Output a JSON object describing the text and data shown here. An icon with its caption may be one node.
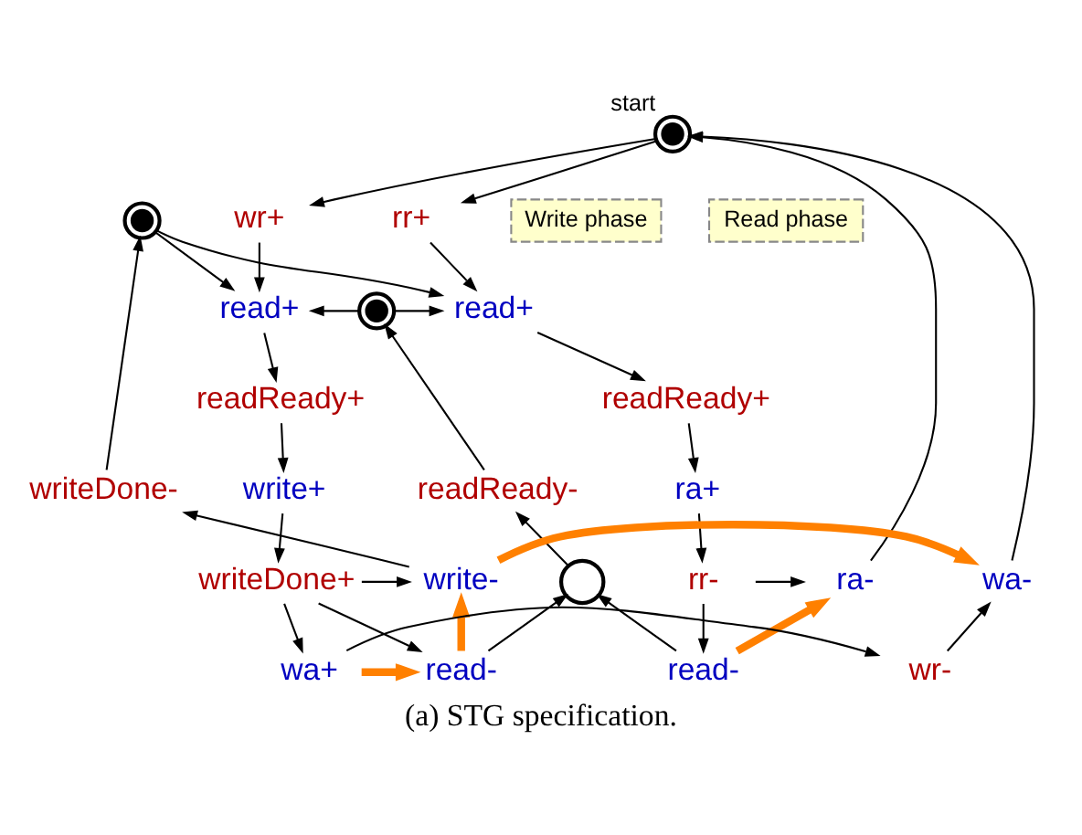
{
  "diagram": {
    "caption": "(a) STG specification.",
    "nodes": [
      {
        "text": [],
        "shape": "circle",
        "beside": [
          "start"
        ]
      },
      {
        "text": [
          "Write phase"
        ]
      },
      {
        "text": [
          "Read phase"
        ]
      },
      {
        "text": [],
        "shape": "circle"
      },
      {
        "text": [
          "wr+"
        ]
      },
      {
        "text": [
          "rr+"
        ]
      },
      {
        "text": [
          "read+"
        ]
      },
      {
        "text": [],
        "shape": "circle"
      },
      {
        "text": [
          "read+"
        ]
      },
      {
        "text": [
          "readReady+"
        ]
      },
      {
        "text": [
          "readReady+"
        ]
      },
      {
        "text": [
          "write+"
        ]
      },
      {
        "text": [
          "ra+"
        ]
      },
      {
        "text": [
          "writeDone-"
        ]
      },
      {
        "text": [
          "readReady-"
        ]
      },
      {
        "text": [
          "wa-"
        ]
      },
      {
        "text": [
          "write-"
        ]
      },
      {
        "text": [
          "writeDone+"
        ]
      },
      {
        "text": [],
        "shape": "circle"
      },
      {
        "text": [
          "rr-"
        ]
      },
      {
        "text": [
          "ra-"
        ]
      },
      {
        "text": [
          "wr-"
        ]
      },
      {
        "text": [
          "wa+"
        ]
      },
      {
        "text": [
          "read-"
        ]
      },
      {
        "text": [
          "read-"
        ]
      }
    ],
    "edges": [
      {
        "from": 0,
        "to": 4,
        "arrow": "to"
      },
      {
        "from": 0,
        "to": 5,
        "arrow": "to"
      },
      {
        "from": 4,
        "to": 6,
        "arrow": "to"
      },
      {
        "from": 5,
        "to": 8,
        "arrow": "to"
      },
      {
        "from": 3,
        "to": 6,
        "arrow": "to"
      },
      {
        "from": 3,
        "to": 8,
        "arrow": "to"
      },
      {
        "from": 7,
        "to": 6,
        "arrow": "to"
      },
      {
        "from": 7,
        "to": 8,
        "arrow": "to"
      },
      {
        "from": 6,
        "to": 9,
        "arrow": "to"
      },
      {
        "from": 9,
        "to": 11,
        "arrow": "to"
      },
      {
        "from": 11,
        "to": 17,
        "arrow": "to"
      },
      {
        "from": 17,
        "to": 23,
        "arrow": "to"
      },
      {
        "from": 17,
        "to": 16,
        "arrow": "to"
      },
      {
        "from": 17,
        "to": 22,
        "arrow": "to"
      },
      {
        "from": 16,
        "to": 15,
        "arrow": "to",
        "style": "thick",
        "color": "#ff8000"
      },
      {
        "from": 16,
        "to": 13,
        "arrow": "to"
      },
      {
        "from": 13,
        "to": 3,
        "arrow": "to"
      },
      {
        "from": 22,
        "to": 21,
        "arrow": "to"
      },
      {
        "from": 21,
        "to": 15,
        "arrow": "to"
      },
      {
        "from": 15,
        "to": 0,
        "arrow": "to"
      },
      {
        "from": 22,
        "to": 23,
        "arrow": "to",
        "style": "thick",
        "color": "#ff8000"
      },
      {
        "from": 23,
        "to": 16,
        "arrow": "to",
        "style": "thick",
        "color": "#ff8000"
      },
      {
        "from": 23,
        "to": 18,
        "arrow": "to"
      },
      {
        "from": 24,
        "to": 18,
        "arrow": "to"
      },
      {
        "from": 18,
        "to": 14,
        "arrow": "to"
      },
      {
        "from": 14,
        "to": 7,
        "arrow": "to"
      },
      {
        "from": 8,
        "to": 10,
        "arrow": "to"
      },
      {
        "from": 10,
        "to": 12,
        "arrow": "to"
      },
      {
        "from": 12,
        "to": 19,
        "arrow": "to"
      },
      {
        "from": 19,
        "to": 20,
        "arrow": "to"
      },
      {
        "from": 19,
        "to": 24,
        "arrow": "to"
      },
      {
        "from": 24,
        "to": 20,
        "arrow": "to",
        "style": "thick",
        "color": "#ff8000"
      },
      {
        "from": 20,
        "to": 0,
        "arrow": "to"
      }
    ]
  }
}
